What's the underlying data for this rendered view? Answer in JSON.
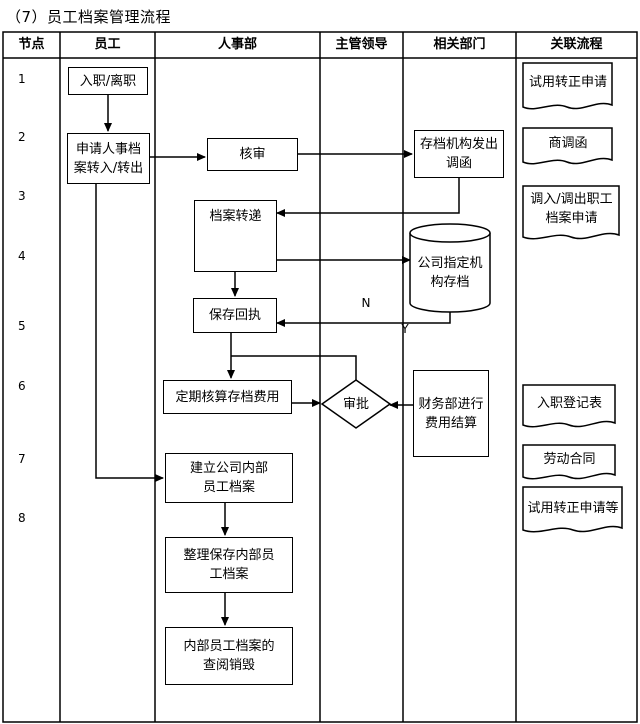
{
  "title": "（7）员工档案管理流程",
  "headers": [
    "节点",
    "员工",
    "人事部",
    "主管领导",
    "相关部门",
    "关联流程"
  ],
  "nodes": [
    "1",
    "2",
    "3",
    "4",
    "5",
    "6",
    "7",
    "8"
  ],
  "steps": {
    "entry_exit": "入职/离职",
    "apply_transfer": "申请人事档案转入/转出",
    "review": "核审",
    "archive_letter": "存档机构发出调函",
    "file_transfer": "档案转递",
    "company_archive": "公司指定机构存档",
    "keep_receipt": "保存回执",
    "calc_fee": "定期核算存档费用",
    "approve": "审批",
    "finance_settle": "财务部进行费用结算",
    "build_file": "建立公司内部员工档案",
    "organize_file": "整理保存内部员工档案",
    "consult_destroy": "内部员工档案的查阅销毁"
  },
  "labels": {
    "n": "N",
    "y": "Y"
  },
  "related": {
    "r1": "试用转正申请",
    "r2": "商调函",
    "r3": "调入/调出职工档案申请",
    "r4": "入职登记表",
    "r5": "劳动合同",
    "r6": "试用转正申请等"
  }
}
